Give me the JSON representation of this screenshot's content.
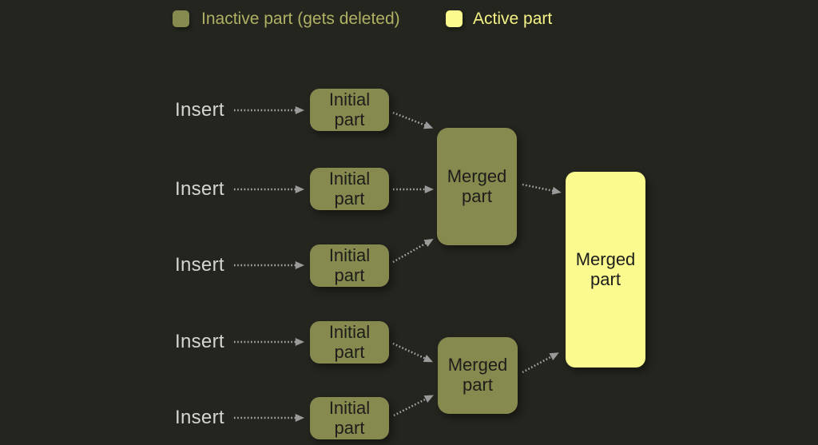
{
  "colors": {
    "background": "#24251f",
    "inactive_part": "#878a4e",
    "active_part": "#fafa8f",
    "arrow": "#a9a9a9",
    "arrowhead": "#9a9a9a",
    "insert_label_text": "#d6d5d3",
    "part_label_text": "#1d1d1b",
    "legend_inactive_text": "#b0b164",
    "legend_active_text": "#f5f386"
  },
  "legend": {
    "inactive": {
      "label": "Inactive part (gets deleted)"
    },
    "active": {
      "label": "Active part"
    }
  },
  "rows": [
    {
      "insert": "Insert",
      "part": "Initial part"
    },
    {
      "insert": "Insert",
      "part": "Initial part"
    },
    {
      "insert": "Insert",
      "part": "Initial part"
    },
    {
      "insert": "Insert",
      "part": "Initial part"
    },
    {
      "insert": "Insert",
      "part": "Initial part"
    }
  ],
  "merged": {
    "top": {
      "label": "Merged part"
    },
    "bottom": {
      "label": "Merged part"
    },
    "final": {
      "label": "Merged part"
    }
  }
}
